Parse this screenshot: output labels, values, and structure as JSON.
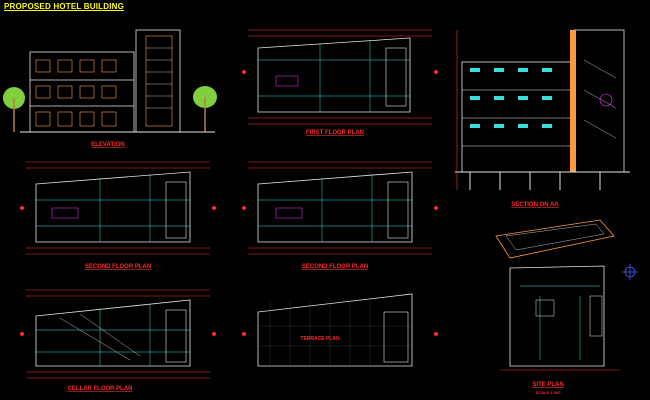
{
  "sheet": {
    "title": "PROPOSED HOTEL BUILDING"
  },
  "drawings": {
    "elevation": {
      "label": "ELEVATION"
    },
    "first_floor": {
      "label": "FIRST FLOOR PLAN"
    },
    "section": {
      "label": "SECTION ON AA"
    },
    "second_floor": {
      "label": "SECOND FLOOR PLAN"
    },
    "third_floor": {
      "label": "SECOND FLOOR PLAN"
    },
    "cellar_floor": {
      "label": "CELLAR FLOOR PLAN"
    },
    "terrace": {
      "label": "TERRACE PLAN"
    },
    "site_plan": {
      "label": "SITE PLAN",
      "scale": "SCALE 1:200"
    }
  },
  "colors": {
    "label_red": "#ff2a2a",
    "title_yellow": "#ffff00",
    "linework_white": "#e6e6e6",
    "dim_red": "#ff3030",
    "dim_cyan": "#33e0e0",
    "accent_magenta": "#ff33ff",
    "tree_green": "#7fcf3f",
    "facade_orange": "#ff9a3c",
    "compass_blue": "#4060ff"
  }
}
